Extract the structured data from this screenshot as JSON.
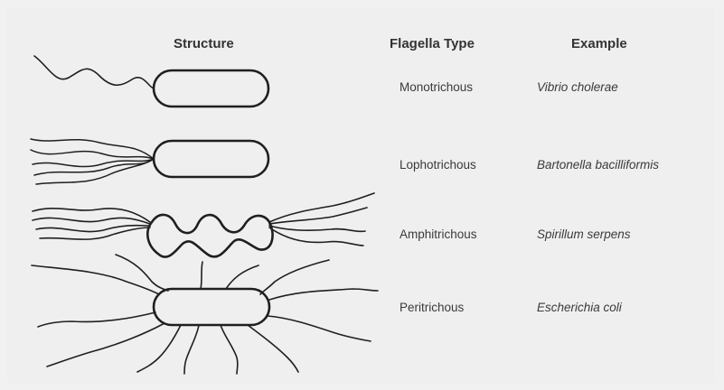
{
  "headers": {
    "structure": "Structure",
    "flagella_type": "Flagella Type",
    "example": "Example"
  },
  "rows": [
    {
      "type": "Monotrichous",
      "example": "Vibrio cholerae"
    },
    {
      "type": "Lophotrichous",
      "example": "Bartonella bacilliformis"
    },
    {
      "type": "Amphitrichous",
      "example": "Spirillum serpens"
    },
    {
      "type": "Peritrichous",
      "example": "Escherichia coli"
    }
  ],
  "colors": {
    "background": "#f1f1f1",
    "ink": "#1f1f1f",
    "text": "#3a3a3a"
  }
}
